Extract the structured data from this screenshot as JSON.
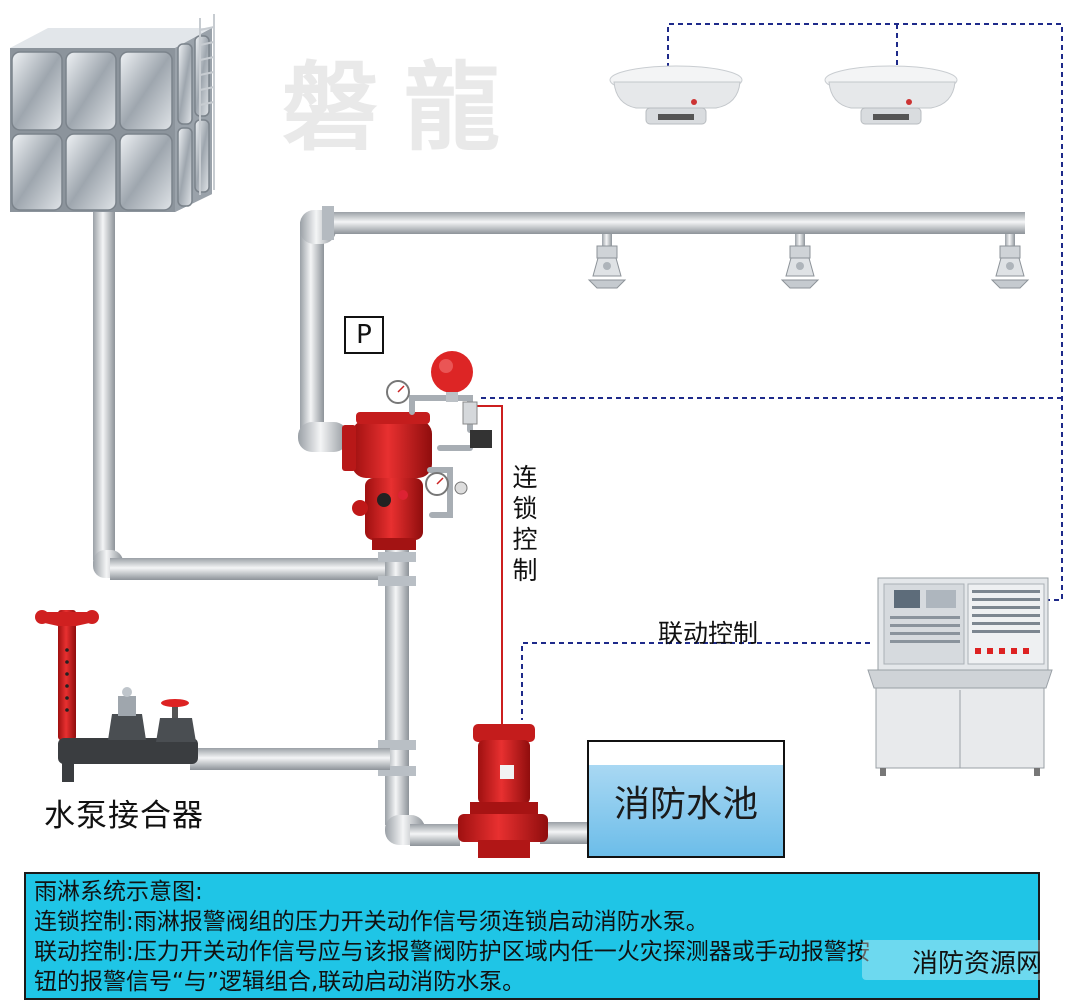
{
  "watermark": "磐龍",
  "labels": {
    "pressure_switch": "P",
    "interlock": "连锁控制",
    "linkage": "联动控制",
    "connector": "水泵接合器",
    "pool": "消防水池"
  },
  "caption": {
    "title": "雨淋系统示意图:",
    "line1": "连锁控制:雨淋报警阀组的压力开关动作信号须连锁启动消防水泵。",
    "line2": "联动控制:压力开关动作信号应与该报警阀防护区域内任一火灾探测器或手动报警按",
    "line3": "钮的报警信号“与”逻辑组合,联动启动消防水泵。"
  },
  "source_mark": "消防资源网",
  "colors": {
    "caption_bg": "#1fc5e6",
    "signal_line": "#1e2a8a",
    "interlock_line": "#cc1f1f",
    "equipment_red": "#d41c1c",
    "pipe": "#c9cdd2"
  },
  "icons": [
    "water-tank-icon",
    "smoke-detector-icon",
    "sprinkler-icon",
    "deluge-valve-icon",
    "alarm-bell-icon",
    "fire-pump-icon",
    "control-panel-icon",
    "pump-connector-icon",
    "wechat-icon"
  ]
}
